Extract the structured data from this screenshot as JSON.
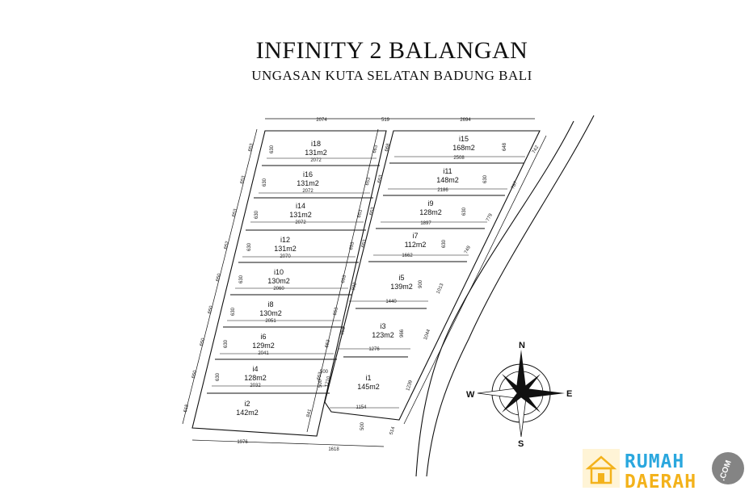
{
  "header": {
    "title": "INFINITY 2 BALANGAN",
    "subtitle": "UNGASAN KUTA SELATAN BADUNG BALI"
  },
  "lots": [
    {
      "id": "i18",
      "area": "131m2",
      "width": "2072",
      "depth": "630"
    },
    {
      "id": "i16",
      "area": "131m2",
      "width": "2072",
      "depth": "630"
    },
    {
      "id": "i14",
      "area": "131m2",
      "width": "2072",
      "depth": "630"
    },
    {
      "id": "i12",
      "area": "131m2",
      "width": "2070",
      "depth": "630"
    },
    {
      "id": "i10",
      "area": "130m2",
      "width": "2060",
      "depth": "630"
    },
    {
      "id": "i8",
      "area": "130m2",
      "width": "2051",
      "depth": "630"
    },
    {
      "id": "i6",
      "area": "129m2",
      "width": "2041",
      "depth": "630"
    },
    {
      "id": "i4",
      "area": "128m2",
      "width": "2032",
      "depth": "630"
    },
    {
      "id": "i2",
      "area": "142m2"
    },
    {
      "id": "i15",
      "area": "168m2",
      "width": "2508",
      "depth": "648"
    },
    {
      "id": "i11",
      "area": "148m2",
      "width": "2186",
      "depth": "630"
    },
    {
      "id": "i9",
      "area": "128m2",
      "width": "1897",
      "depth": "630"
    },
    {
      "id": "i7",
      "area": "112m2",
      "width": "1662",
      "depth": "630"
    },
    {
      "id": "i5",
      "area": "139m2",
      "width": "1440",
      "depth": "900"
    },
    {
      "id": "i3",
      "area": "123m2",
      "width": "1276",
      "depth": "966"
    },
    {
      "id": "i1",
      "area": "145m2",
      "width": "1154"
    }
  ],
  "dimensions": {
    "top": [
      "2074",
      "519",
      "2694"
    ],
    "bottom": [
      "1976",
      "1618"
    ],
    "left": [
      "653",
      "653",
      "653",
      "652",
      "650",
      "650",
      "650",
      "650",
      "615"
    ],
    "middle_left": [
      "663",
      "653",
      "653",
      "653",
      "653",
      "653",
      "653",
      "653",
      "841"
    ],
    "middle_right": [
      "668",
      "653",
      "653",
      "653",
      "932",
      "856",
      "500",
      "1210"
    ],
    "right": [
      "742",
      "787",
      "779",
      "749",
      "1013",
      "1044",
      "1239",
      "514"
    ],
    "misc": [
      "500",
      "500"
    ]
  },
  "compass": {
    "north": "N",
    "south": "S",
    "east": "E",
    "west": "W"
  },
  "watermark": {
    "brand1": "RUMAH",
    "brand2": "DAERAH",
    "suffix": ".COM",
    "colors": {
      "yellow": "#f3b21b",
      "blue": "#2aa7de",
      "gray": "#6f6f6f"
    }
  }
}
